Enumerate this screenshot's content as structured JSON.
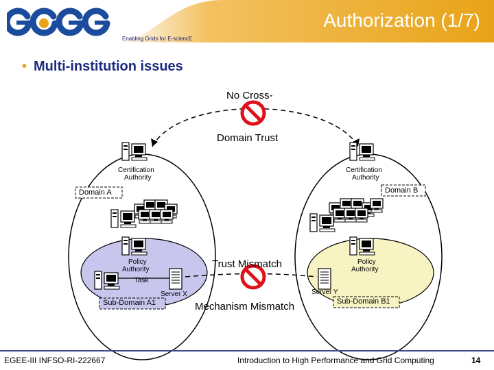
{
  "header": {
    "logo_text": "egee",
    "title": "Authorization (1/7)",
    "tagline": "Enabling Grids for E-sciencE"
  },
  "bullet": "Multi-institution issues",
  "diagram": {
    "no_cross_label": "No Cross-",
    "domain_trust_label": "Domain Trust",
    "ca_left": [
      "Certification",
      "Authority"
    ],
    "ca_right": [
      "Certification",
      "Authority"
    ],
    "domain_a": "Domain A",
    "domain_b": "Domain B",
    "pa_left": [
      "Policy",
      "Authority"
    ],
    "pa_right": [
      "Policy",
      "Authority"
    ],
    "trust_mismatch": "Trust Mismatch",
    "task": "Task",
    "server_x": "Server X",
    "server_y": "Server Y",
    "sub_domain_a1": "Sub-Domain A1",
    "sub_domain_b1": "Sub-Domain B1",
    "mechanism_mismatch": "Mechanism Mismatch"
  },
  "footer": {
    "left": "EGEE-III INFSO-RI-222667",
    "center": "Introduction to High Performance and Grid Computing",
    "page": "14"
  },
  "colors": {
    "banner": "#e8a317",
    "logo_blue": "#1a4b9c",
    "sub_a_fill": "#c9c6ee",
    "sub_b_fill": "#f7f3c2",
    "no_sign": "#e0101a"
  }
}
